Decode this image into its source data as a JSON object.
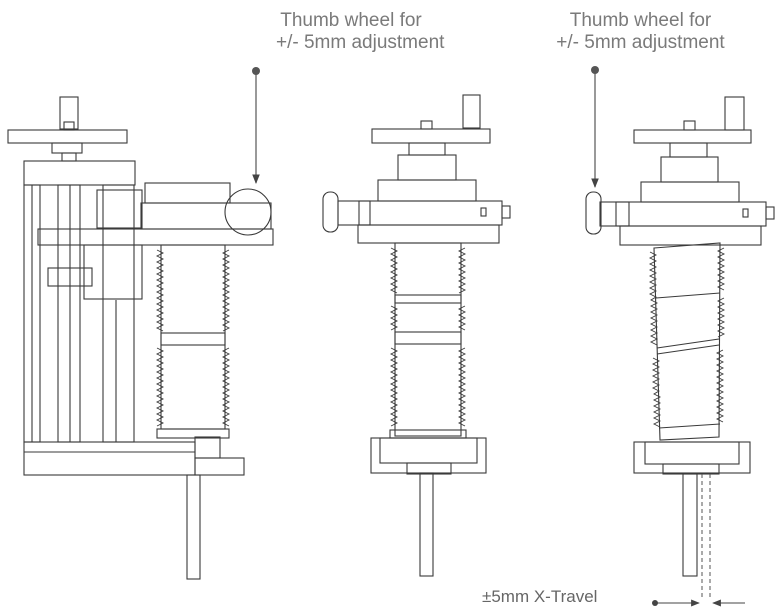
{
  "callouts": {
    "left": {
      "line1": "Thumb wheel for",
      "line2": "+/- 5mm adjustment"
    },
    "right": {
      "line1": "Thumb wheel for",
      "line2": "+/- 5mm adjustment"
    }
  },
  "travel_label": "±5mm X-Travel",
  "colors": {
    "stroke": "#3a3a3a",
    "leader": "#555555",
    "text": "#7a7a7a"
  }
}
